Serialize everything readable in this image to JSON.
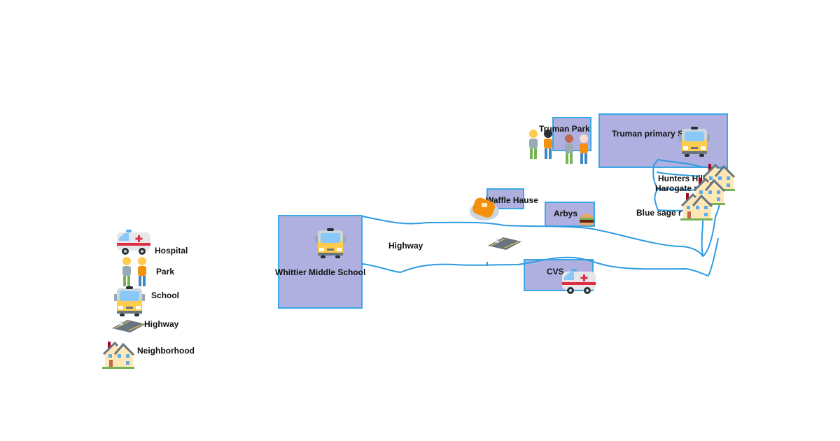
{
  "legend": {
    "hospital": "Hospital",
    "park": "Park",
    "school": "School",
    "highway": "Highway",
    "neighborhood": "Neighborhood"
  },
  "map": {
    "whittier": "Whittier Middle School",
    "highway": "Highway",
    "waffle_house": "Waffle Hause",
    "truman_park": "Truman Park",
    "truman_primary": "Truman primary S",
    "arbys": "Arbys",
    "cvs": "CVS",
    "hunters_hill": "Hunters Hill",
    "harogate": "Harogate r",
    "blue_sage": "Blue sage r"
  },
  "colors": {
    "box_fill": "#b0b0e0",
    "box_border": "#3aa8e6",
    "road": "#2f9be0"
  }
}
